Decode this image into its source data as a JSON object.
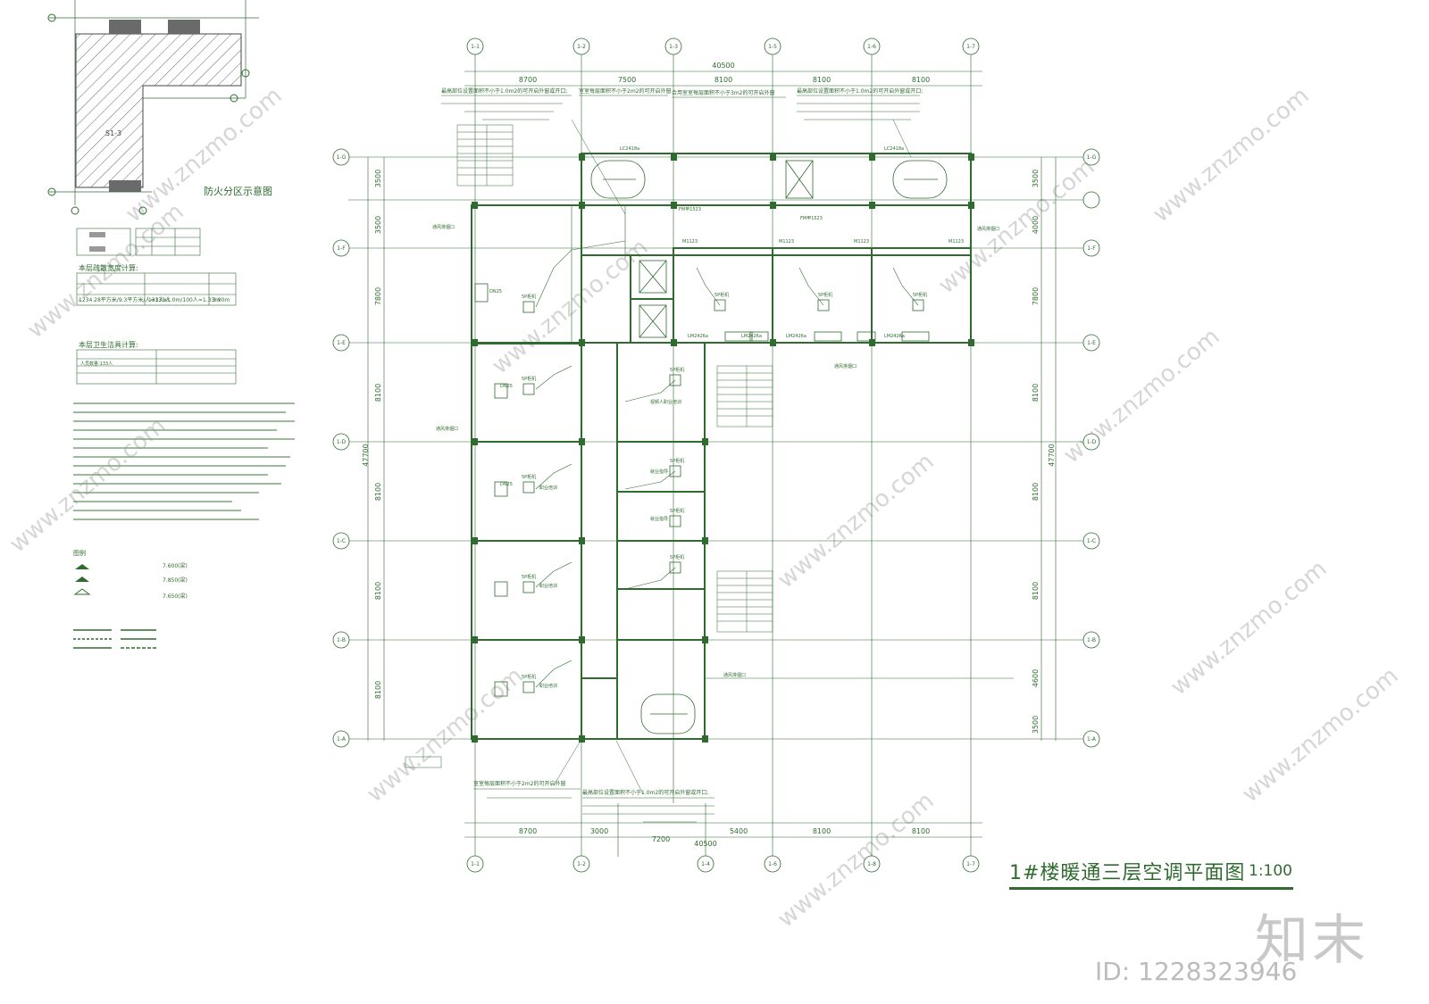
{
  "drawing": {
    "title": "1#楼暖通三层空调平面图",
    "scale": "1:100",
    "watermark_logo": "知末",
    "image_id": "ID: 1228323946",
    "watermark_text": "www.znzmo.com"
  },
  "inset": {
    "title": "防火分区示意图",
    "zone_label": "S1-3"
  },
  "side_notes": {
    "evac_title": "本层疏散宽度计算:",
    "evac_row1": "1234.28平方米/9.3平方米/人=133人",
    "evac_row2": "133人x1.0m/100人=1.33m",
    "evac_row3": "3.90m",
    "sanitary_title": "本层卫生洁具计算:",
    "sanitary_row1": "人员数量:133人",
    "legend_title": "图例",
    "legend_items": [
      "7.600(梁)",
      "7.850(梁)",
      "7.650(梁)"
    ]
  },
  "grid": {
    "top_labels": [
      "1-1",
      "1-2",
      "1-3",
      "1-5",
      "1-6",
      "1-7"
    ],
    "bottom_labels": [
      "1-1",
      "1-2",
      "1-4",
      "1-6",
      "1-8",
      "1-7"
    ],
    "left_labels": [
      "1-G",
      "1-F",
      "1-E",
      "1-D",
      "1-C",
      "1-B",
      "1-A"
    ],
    "top_total": "40500",
    "top_dims": [
      "8700",
      "7500",
      "8100",
      "8100",
      "8100"
    ],
    "bottom_total": "40500",
    "bottom_dims": [
      "8700",
      "3000",
      "7200",
      "5400",
      "8100",
      "8100"
    ],
    "left_total": "47700",
    "left_dims": [
      "3500",
      "3500",
      "7800",
      "8100",
      "8100",
      "8100",
      "8100"
    ],
    "right_total": "47700",
    "right_dims": [
      "3500",
      "4000",
      "7800",
      "8100",
      "8100",
      "8100",
      "4600",
      "3500"
    ]
  },
  "rooms": {
    "labels": [
      "5P柜机",
      "5P柜机",
      "5P柜机",
      "5P柜机",
      "5P柜机",
      "5P柜机",
      "5P柜机",
      "5P柜机",
      "5P柜机",
      "5P柜机",
      "5P柜机",
      "5P柜机",
      "就业指导",
      "就业指导",
      "视频人职业培训",
      "职业培训",
      "职业培训",
      "职业培训"
    ],
    "equip_tags": [
      "LM2426a",
      "LM2426a",
      "LM2426a",
      "LM2426a",
      "DN25",
      "DN25",
      "DN25",
      "LC2418a",
      "LC2418a",
      "FM甲1523",
      "FM甲1523",
      "M1123",
      "M1123",
      "M1123",
      "M1123"
    ],
    "annotations": [
      "通风排烟口",
      "通风排烟口",
      "通风排烟口",
      "通风排烟口",
      "通风排烟口"
    ]
  },
  "notes_top": [
    "最高部位设置面积不小于1.0m2的可开启外窗或开口;",
    "室室每层面积不小于2m2的可开启外窗",
    "合用室室每层面积不小于3m2的可开启外窗",
    "最高部位设置面积不小于1.0m2的可开启外窗或开口;"
  ],
  "notes_bottom": [
    "室室每层面积不小于2m2的可开启外窗",
    "最高部位设置面积不小于1.0m2的可开启外窗或开口;"
  ],
  "colors": {
    "line": "#2f6b2f",
    "light_line": "#7aa67a",
    "watermark": "#d0d0d0",
    "hatch": "#555555",
    "fill_dark": "#6a6a6a"
  }
}
